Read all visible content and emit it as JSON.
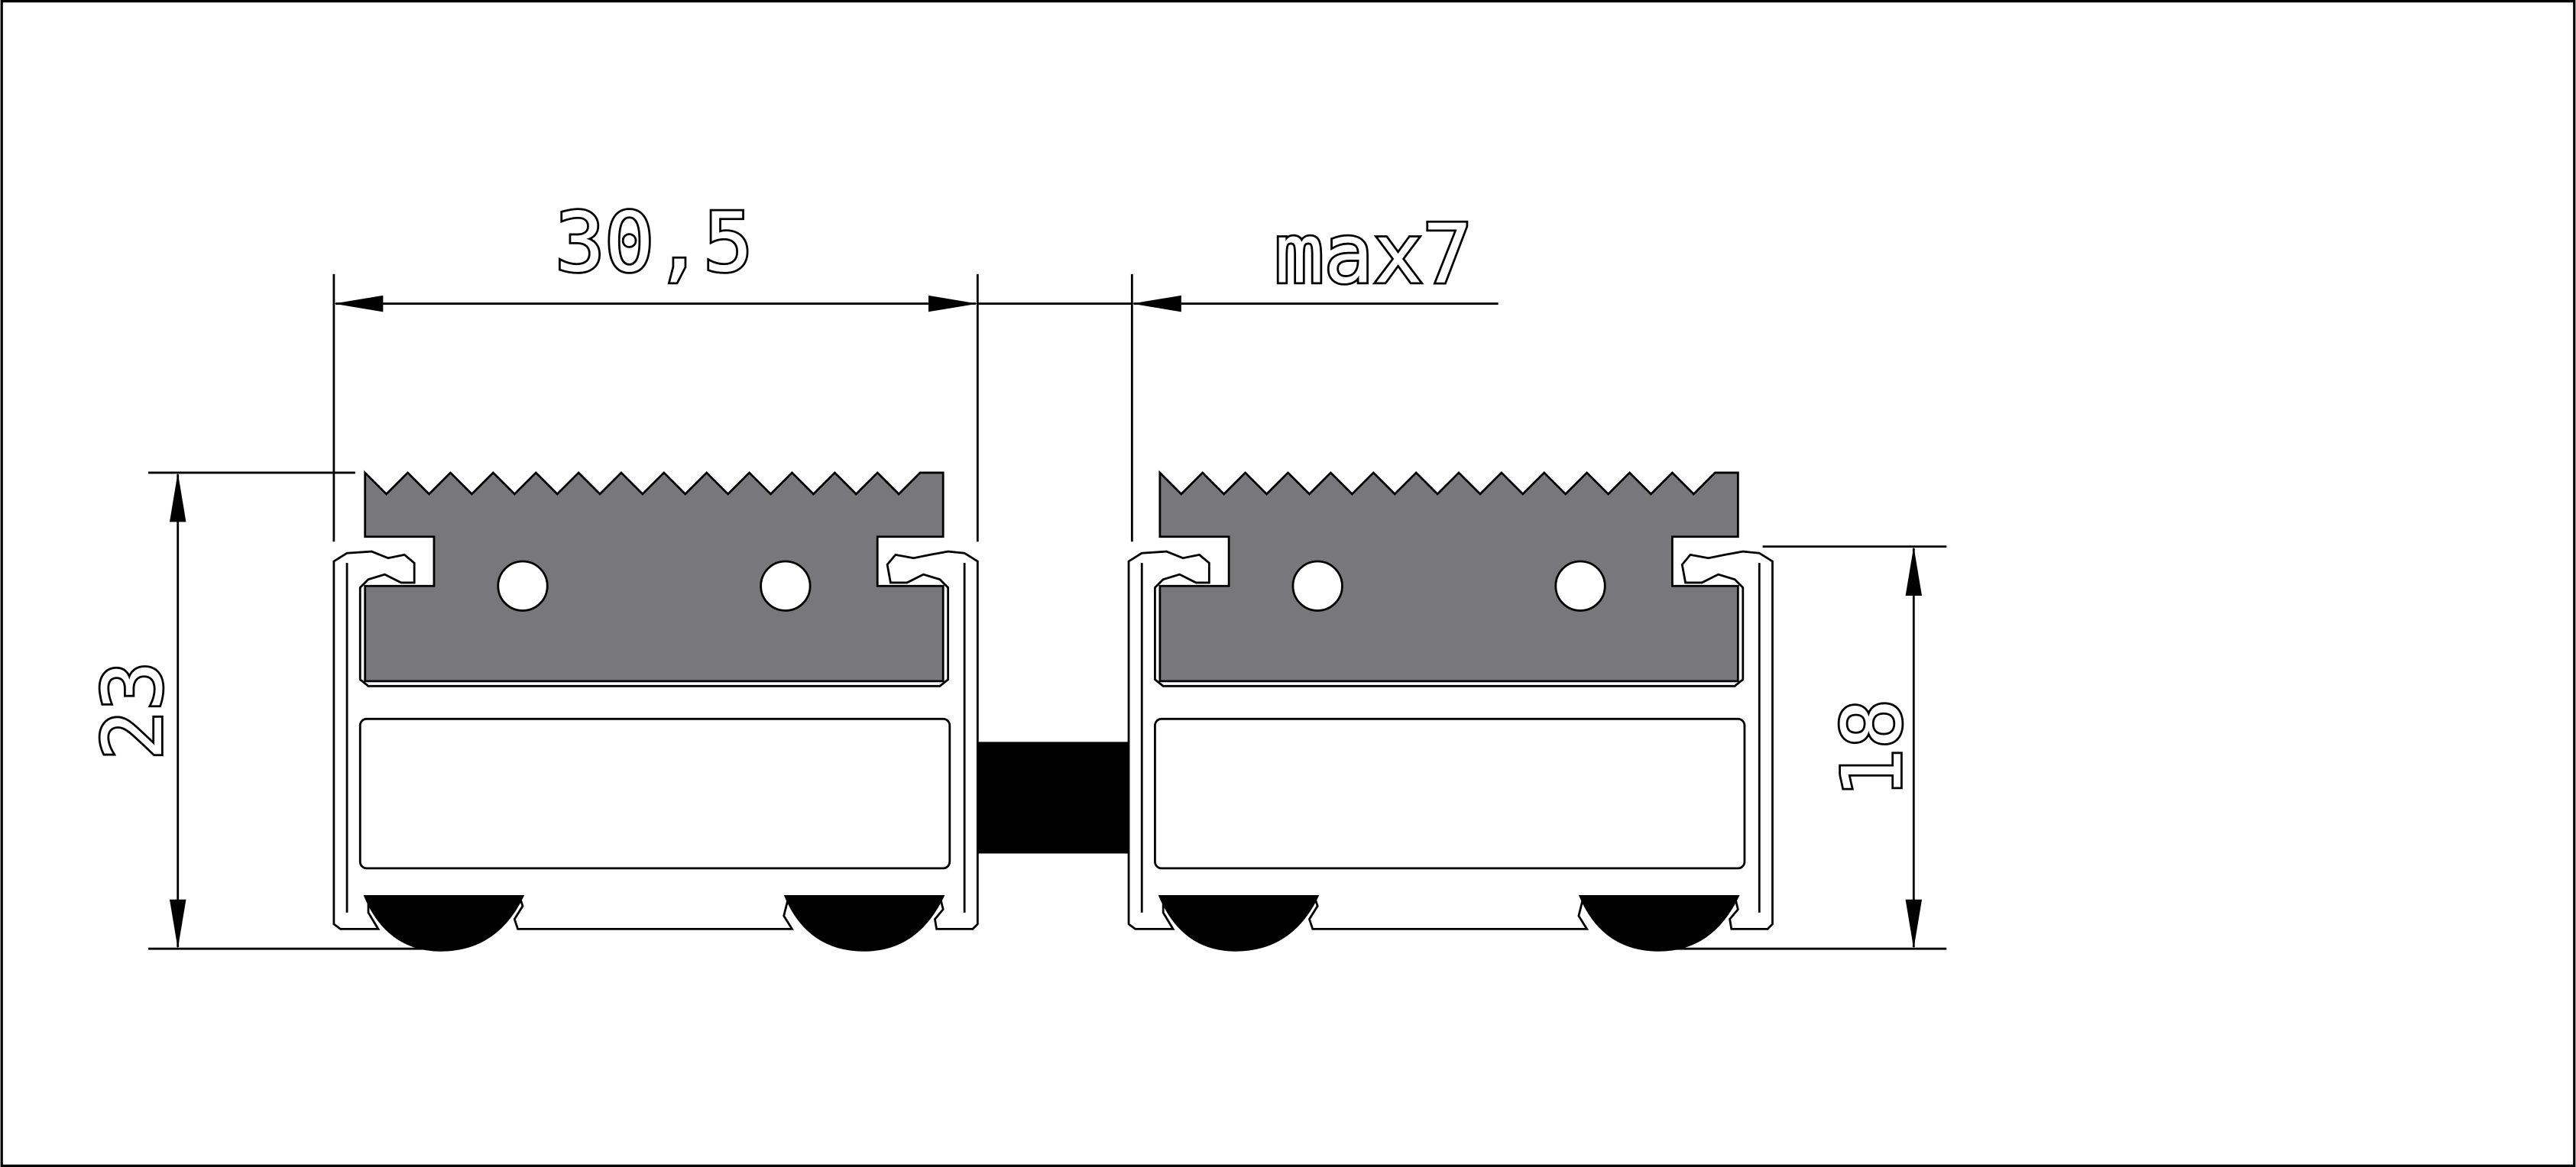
{
  "dimensions": {
    "width_label": "30,5",
    "gap_label": "max7",
    "total_height_label": "23",
    "frame_height_label": "18"
  },
  "colors": {
    "background": "#ffffff",
    "line": "#000000",
    "insert_fill": "#78777c",
    "rubber_fill": "#000000"
  }
}
